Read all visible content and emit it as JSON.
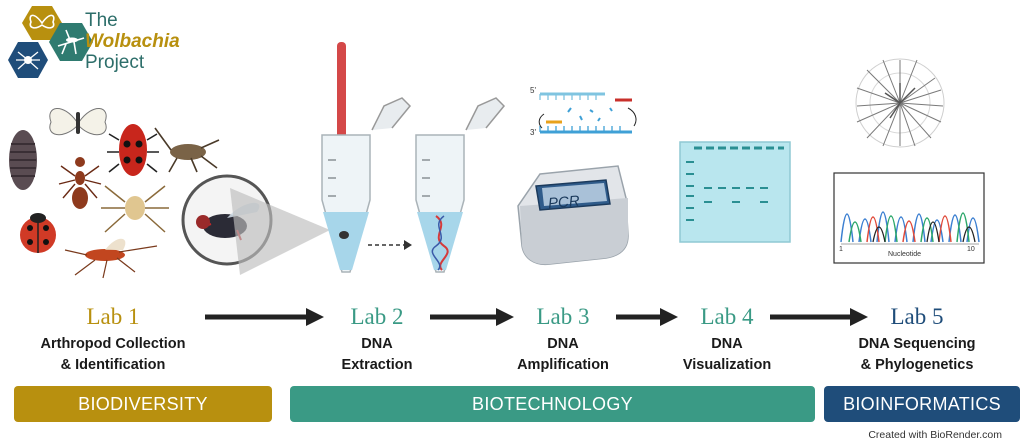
{
  "logo": {
    "line1": "The",
    "line2": "Wolbachia",
    "line3": "Project"
  },
  "labs": [
    {
      "title": "Lab 1",
      "desc_line1": "Arthropod Collection",
      "desc_line2": "& Identification"
    },
    {
      "title": "Lab 2",
      "desc_line1": "DNA",
      "desc_line2": "Extraction"
    },
    {
      "title": "Lab 3",
      "desc_line1": "DNA",
      "desc_line2": "Amplification"
    },
    {
      "title": "Lab 4",
      "desc_line1": "DNA",
      "desc_line2": "Visualization"
    },
    {
      "title": "Lab 5",
      "desc_line1": "DNA Sequencing",
      "desc_line2": "& Phylogenetics"
    }
  ],
  "bands": [
    {
      "label": "BIODIVERSITY"
    },
    {
      "label": "BIOTECHNOLOGY"
    },
    {
      "label": "BIOINFORMATICS"
    }
  ],
  "pcr_label": "PCR",
  "dna_strand": {
    "top_end": "5'",
    "bottom_end": "3'"
  },
  "chromatogram": {
    "axis_label": "Nucleotide",
    "tick_start": "1",
    "tick_end": "10"
  },
  "credit": "Created with BioRender.com",
  "colors": {
    "gold": "#b8900f",
    "teal": "#3a9a85",
    "navy": "#1f4d7a",
    "arrow": "#222222"
  }
}
